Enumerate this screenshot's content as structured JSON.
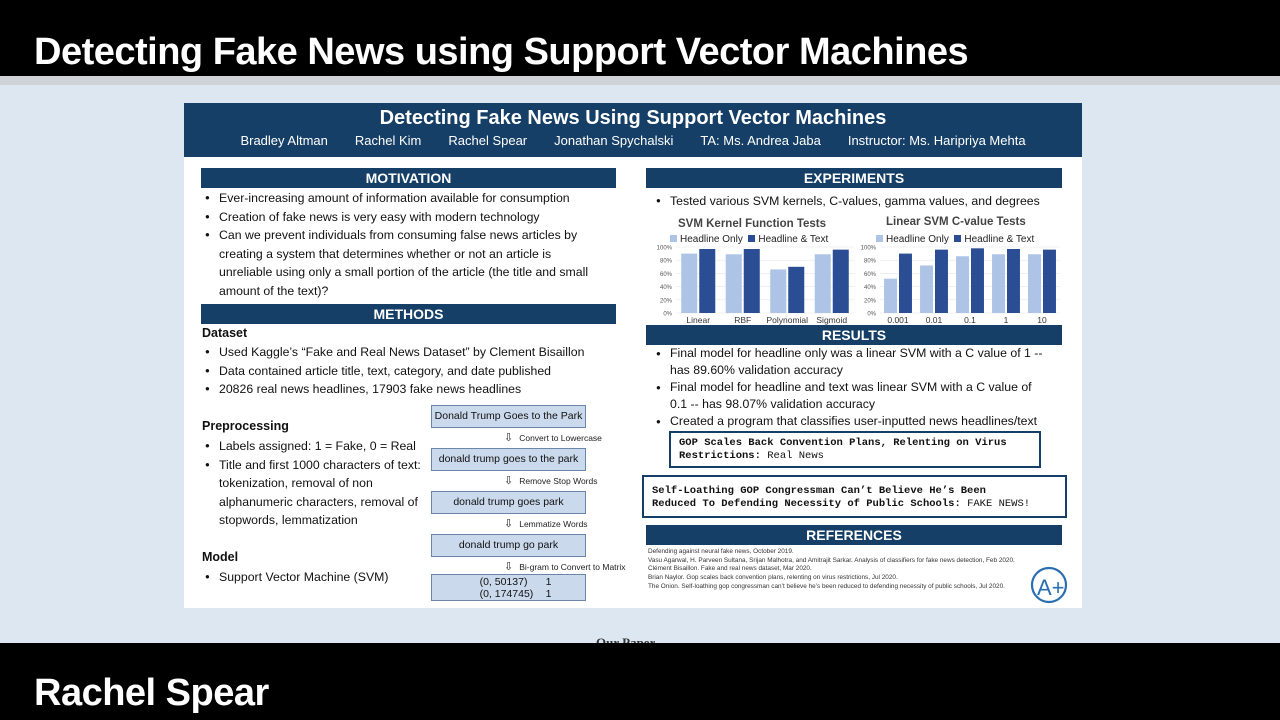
{
  "top_bar": {
    "title": "Detecting Fake News using Support Vector Machines"
  },
  "bottom_bar": {
    "speaker": "Rachel Spear"
  },
  "slide_footer": "Our Paper",
  "poster": {
    "title": "Detecting Fake News Using Support Vector Machines",
    "authors": [
      "Bradley Altman",
      "Rachel Kim",
      "Rachel Spear",
      "Jonathan Spychalski",
      "TA: Ms. Andrea Jaba",
      "Instructor: Ms. Haripriya Mehta"
    ],
    "motivation": {
      "heading": "MOTIVATION",
      "bullets": [
        "Ever-increasing amount of information available for consumption",
        "Creation of fake news is very easy with modern technology",
        "Can we prevent individuals from consuming false news articles by creating a system that determines whether or not an article is unreliable using only a small portion of the article (the title and small amount of the text)?"
      ]
    },
    "methods": {
      "heading": "METHODS",
      "dataset": {
        "label": "Dataset",
        "bullets": [
          "Used Kaggle’s “Fake and Real News Dataset” by Clement Bisaillon",
          "Data contained article title, text, category, and date published",
          "20826 real news headlines, 17903 fake news headlines"
        ]
      },
      "preprocessing": {
        "label": "Preprocessing",
        "bullets": [
          "Labels assigned: 1 = Fake, 0 = Real",
          "Title and first 1000 characters of text: tokenization, removal of non alphanumeric characters, removal of stopwords, lemmatization"
        ]
      },
      "model": {
        "label": "Model",
        "bullets": [
          "Support Vector Machine (SVM)"
        ]
      },
      "pipeline": {
        "boxes": [
          "Donald Trump Goes to the Park",
          "donald trump goes to the park",
          "donald trump goes park",
          "donald trump go park"
        ],
        "steps": [
          "Convert to Lowercase",
          "Remove Stop Words",
          "Lemmatize Words",
          "Bi-gram to Convert to Matrix"
        ],
        "matrix_rows": [
          {
            "index": "(0, 50137)",
            "value": "1"
          },
          {
            "index": "(0, 174745)",
            "value": "1"
          }
        ]
      }
    },
    "experiments": {
      "heading": "EXPERIMENTS",
      "bullet": "Tested various SVM kernels, C-values, gamma values, and degrees"
    },
    "results": {
      "heading": "RESULTS",
      "bullets": [
        "Final model for headline only was a linear SVM with a C value of 1 -- has 89.60% validation accuracy",
        "Final model for headline and text was linear SVM with a C value of 0.1 -- has 98.07% validation accuracy",
        "Created a program that classifies user-inputted news headlines/text"
      ],
      "demo1": {
        "line1": "GOP Scales Back Convention Plans, Relenting on Virus",
        "line2_label": "Restrictions:",
        "line2_result": "Real News"
      },
      "demo2": {
        "line1": "Self-Loathing GOP Congressman Can’t Believe He’s Been",
        "line2_label": "Reduced To Defending Necessity of Public Schools:",
        "line2_result": "FAKE NEWS!"
      }
    },
    "references": {
      "heading": "REFERENCES",
      "items": [
        "Defending against neural fake news, October 2019.",
        "Vasu Agarwal, H. Parveen Sultana, Srijan Malhotra, and Amitrajit Sarkar.  Analysis of classifiers for fake news detection, Feb 2020.",
        "Clément Bisaillon. Fake and real news dataset, Mar 2020.",
        "Brian Naylor. Gop scales back convention plans, relenting on virus restrictions, Jul 2020.",
        "The Onion. Self-loathing gop congressman can’t believe he’s been reduced to defending necessity of public schools, Jul 2020."
      ]
    },
    "logo_text": "A+"
  },
  "colors": {
    "navy": "#153f66",
    "light_series": "#adc4e6",
    "dark_series": "#2a4d94"
  },
  "chart_data": [
    {
      "type": "bar",
      "title": "SVM Kernel Function Tests",
      "categories": [
        "Linear",
        "RBF",
        "Polynomial",
        "Sigmoid"
      ],
      "series": [
        {
          "name": "Headline Only",
          "values": [
            90,
            89,
            66,
            89
          ]
        },
        {
          "name": "Headline & Text",
          "values": [
            97,
            97,
            70,
            96
          ]
        }
      ],
      "yticks": [
        "0%",
        "20%",
        "40%",
        "60%",
        "80%",
        "100%"
      ],
      "ylim": [
        0,
        100
      ]
    },
    {
      "type": "bar",
      "title": "Linear SVM C-value Tests",
      "categories": [
        "0.001",
        "0.01",
        "0.1",
        "1",
        "10"
      ],
      "series": [
        {
          "name": "Headline Only",
          "values": [
            52,
            72,
            86,
            89,
            89
          ]
        },
        {
          "name": "Headline & Text",
          "values": [
            90,
            96,
            98,
            97,
            96
          ]
        }
      ],
      "yticks": [
        "0%",
        "20%",
        "40%",
        "60%",
        "80%",
        "100%"
      ],
      "ylim": [
        0,
        100
      ]
    }
  ]
}
